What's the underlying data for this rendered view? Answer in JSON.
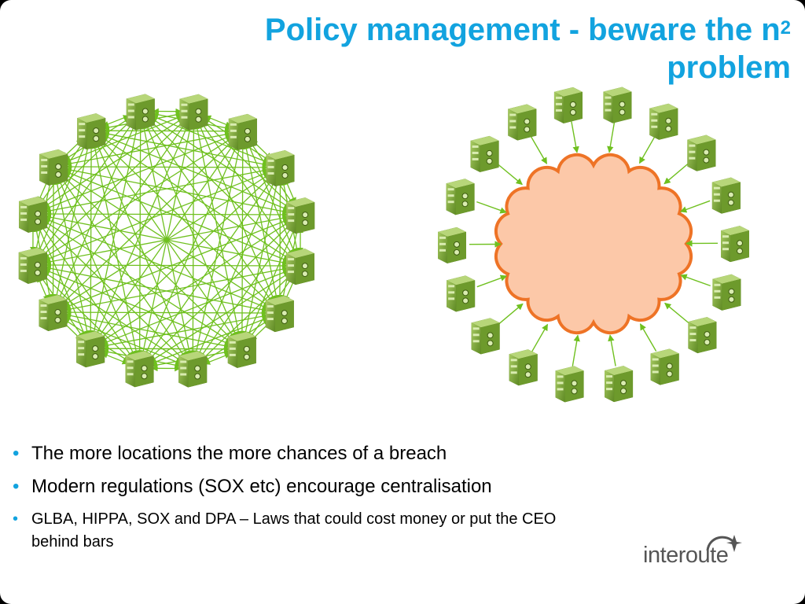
{
  "slide": {
    "title_line1": "Policy management - beware the n",
    "title_sup": "2",
    "title_line2": "problem"
  },
  "bullets": [
    "The more locations the more chances of a breach",
    "Modern regulations (SOX etc) encourage centralisation",
    "GLBA, HIPPA, SOX and DPA – Laws that could cost money or put the CEO behind bars"
  ],
  "logo": {
    "text": "interoute",
    "icon": "star-arc-icon"
  },
  "colors": {
    "title": "#12a3df",
    "mesh_line": "#6fc01f",
    "server_body": "#7fa83a",
    "server_light": "#d9ecb0",
    "cloud_fill": "#fcc8a8",
    "cloud_stroke": "#ee7326",
    "bullet": "#12a3df"
  },
  "diagrams": {
    "left": {
      "kind": "full-mesh",
      "node_icon": "server-icon",
      "node_count": 16
    },
    "right": {
      "kind": "hub-cloud",
      "node_icon": "server-icon",
      "hub_icon": "cloud-icon",
      "node_count": 18
    }
  }
}
